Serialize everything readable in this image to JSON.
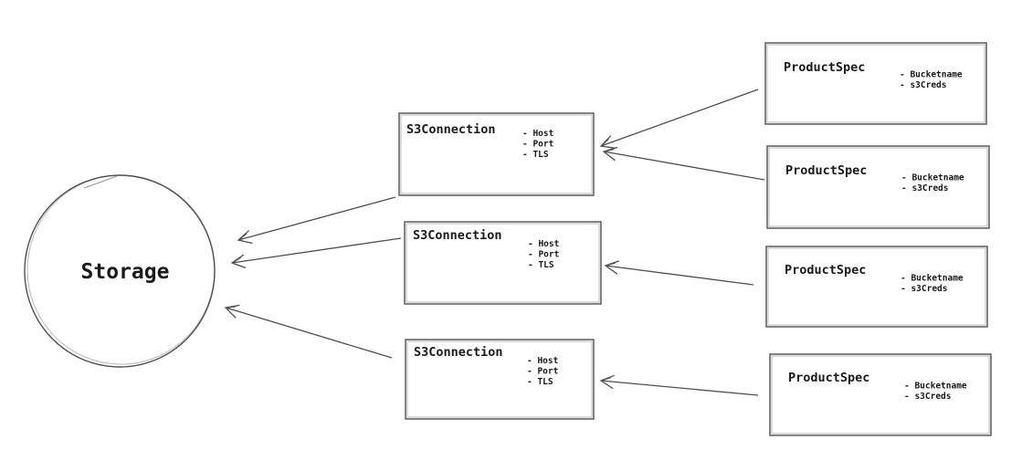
{
  "colors": {
    "stroke": "#4f4f4f",
    "text": "#1a1a1a",
    "background": "#ffffff"
  },
  "diagram": {
    "storage_node": {
      "label": "Storage"
    },
    "s3_connection_nodes": [
      {
        "title": "S3Connection",
        "attributes": [
          "- Host",
          "- Port",
          "- TLS"
        ]
      },
      {
        "title": "S3Connection",
        "attributes": [
          "- Host",
          "- Port",
          "- TLS"
        ]
      },
      {
        "title": "S3Connection",
        "attributes": [
          "- Host",
          "- Port",
          "- TLS"
        ]
      }
    ],
    "product_spec_nodes": [
      {
        "title": "ProductSpec",
        "attributes": [
          "- Bucketname",
          "- s3Creds"
        ]
      },
      {
        "title": "ProductSpec",
        "attributes": [
          "- Bucketname",
          "- s3Creds"
        ]
      },
      {
        "title": "ProductSpec",
        "attributes": [
          "- Bucketname",
          "- s3Creds"
        ]
      },
      {
        "title": "ProductSpec",
        "attributes": [
          "- Bucketname",
          "- s3Creds"
        ]
      }
    ],
    "edges": [
      {
        "from": "s3connection-1",
        "to": "storage"
      },
      {
        "from": "s3connection-2",
        "to": "storage"
      },
      {
        "from": "s3connection-3",
        "to": "storage"
      },
      {
        "from": "productspec-1",
        "to": "s3connection-1"
      },
      {
        "from": "productspec-2",
        "to": "s3connection-1"
      },
      {
        "from": "productspec-3",
        "to": "s3connection-2"
      },
      {
        "from": "productspec-4",
        "to": "s3connection-3"
      }
    ]
  }
}
